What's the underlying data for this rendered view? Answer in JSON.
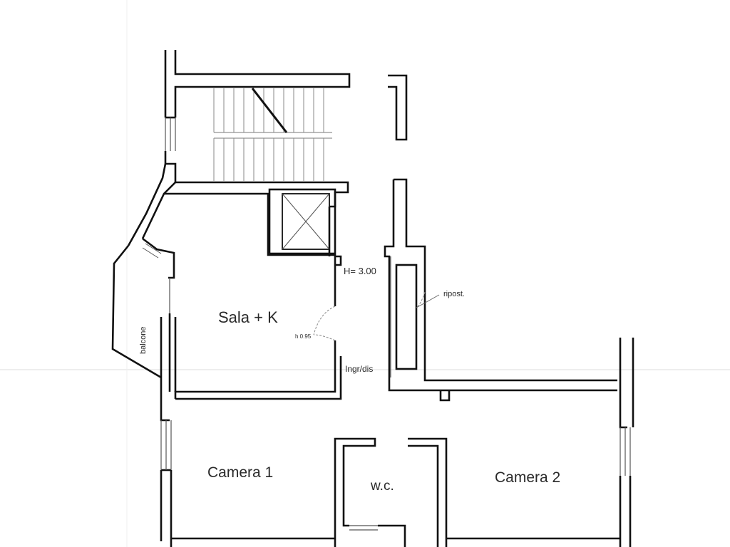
{
  "rooms": {
    "sala_k": "Sala + K",
    "camera1": "Camera 1",
    "camera2": "Camera 2",
    "wc": "w.c."
  },
  "annotations": {
    "height": "H= 3.00",
    "door_height": "h 0.95",
    "ingresso": "Ingr/dis",
    "ripostiglio": "ripost.",
    "balcone": "balcone"
  },
  "colors": {
    "wall": "#111111",
    "wall_fill": "#ffffff",
    "hatch": "#777777",
    "faint_line": "#d8d8d8"
  }
}
